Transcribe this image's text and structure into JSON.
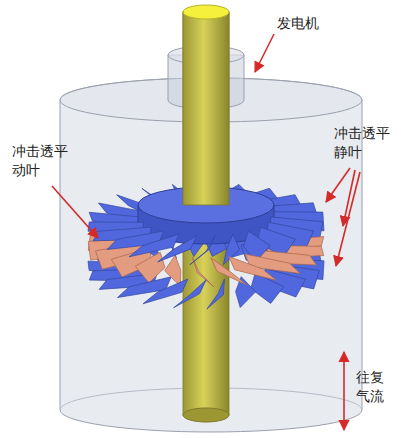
{
  "diagram": {
    "labels": [
      "发电机",
      "冲击透平 动叶",
      "冲击透平 静叶",
      "往复 气流"
    ]
  }
}
